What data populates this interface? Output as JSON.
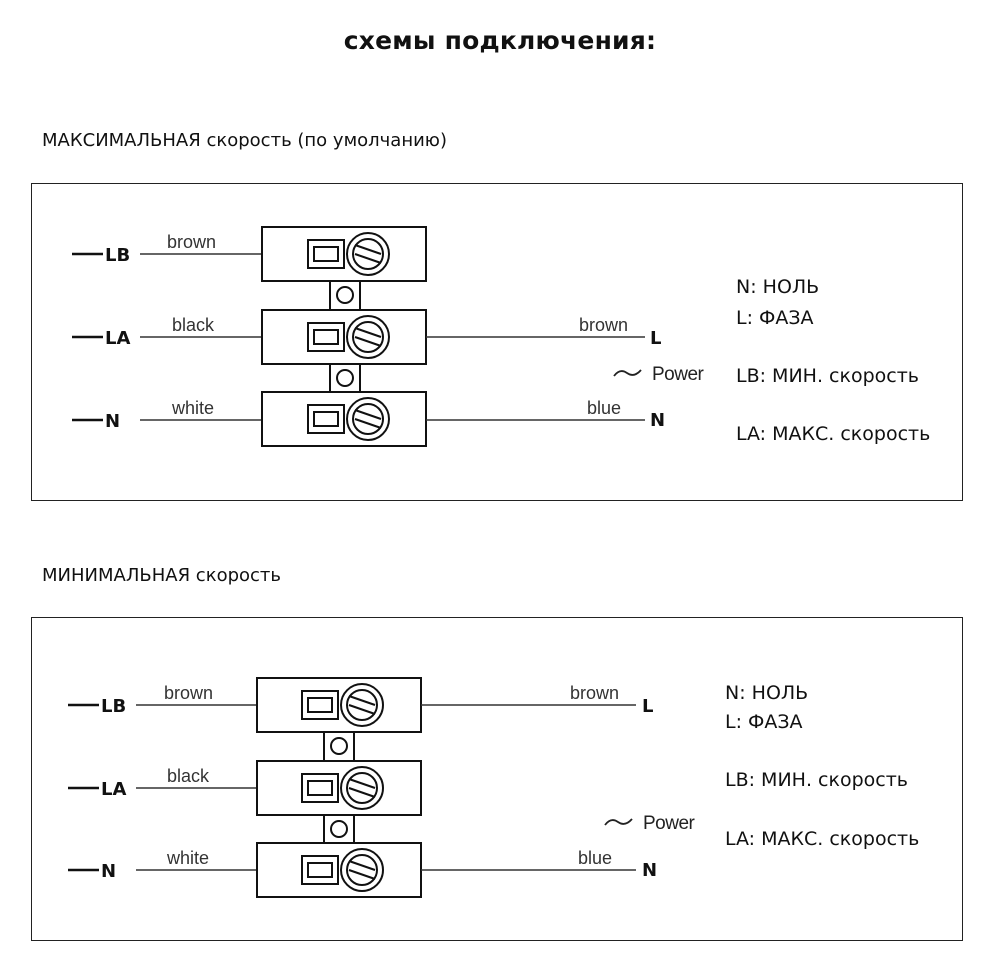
{
  "title": "схемы подключения:",
  "diagrams": [
    {
      "heading": "МАКСИМАЛЬНАЯ скорость (по умолчанию)",
      "left_terminals": [
        "LB",
        "LA",
        "N"
      ],
      "left_wires": [
        "brown",
        "black",
        "white"
      ],
      "right_connections": [
        {
          "row": 2,
          "wire": "brown",
          "terminal": "L"
        },
        {
          "row": 3,
          "wire": "blue",
          "terminal": "N"
        }
      ],
      "power_label": "Power",
      "legend": [
        "N: НОЛЬ",
        "L: ФАЗА",
        "LB: МИН. скорость",
        "LA: МАКС. скорость"
      ]
    },
    {
      "heading": "МИНИМАЛЬНАЯ скорость",
      "left_terminals": [
        "LB",
        "LA",
        "N"
      ],
      "left_wires": [
        "brown",
        "black",
        "white"
      ],
      "right_connections": [
        {
          "row": 1,
          "wire": "brown",
          "terminal": "L"
        },
        {
          "row": 3,
          "wire": "blue",
          "terminal": "N"
        }
      ],
      "power_label": "Power",
      "legend": [
        "N: НОЛЬ",
        "L: ФАЗА",
        "LB: МИН. скорость",
        "LA: МАКС. скорость"
      ]
    }
  ]
}
